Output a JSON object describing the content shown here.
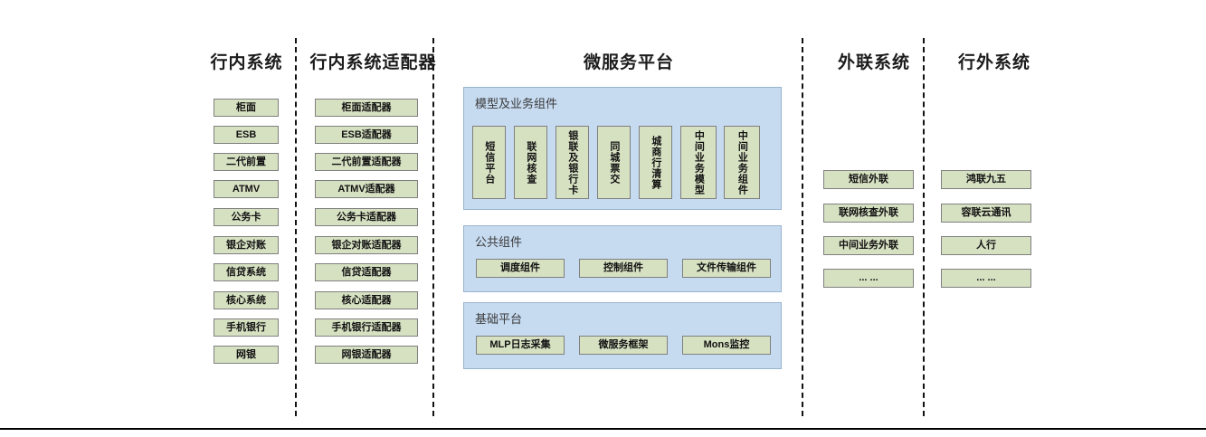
{
  "diagram": {
    "columns": [
      {
        "id": "in-bank-systems",
        "title": "行内系统",
        "items": [
          "柜面",
          "ESB",
          "二代前置",
          "ATMV",
          "公务卡",
          "银企对账",
          "信贷系统",
          "核心系统",
          "手机银行",
          "网银"
        ]
      },
      {
        "id": "in-bank-adapters",
        "title": "行内系统适配器",
        "items": [
          "柜面适配器",
          "ESB适配器",
          "二代前置适配器",
          "ATMV适配器",
          "公务卡适配器",
          "银企对账适配器",
          "信贷适配器",
          "核心适配器",
          "手机银行适配器",
          "网银适配器"
        ]
      },
      {
        "id": "microservice-platform",
        "title": "微服务平台",
        "panels": [
          {
            "id": "model-business-components",
            "title": "模型及业务组件",
            "orientation": "vertical",
            "items": [
              "短信平台",
              "联网核查",
              "银联及银行卡",
              "同城票交",
              "城商行清算",
              "中间业务模型",
              "中间业务组件"
            ]
          },
          {
            "id": "public-components",
            "title": "公共组件",
            "orientation": "horizontal",
            "items": [
              "调度组件",
              "控制组件",
              "文件传输组件"
            ]
          },
          {
            "id": "base-platform",
            "title": "基础平台",
            "orientation": "horizontal",
            "items": [
              "MLP日志采集",
              "微服务框架",
              "Mons监控"
            ]
          }
        ]
      },
      {
        "id": "external-link-systems",
        "title": "外联系统",
        "items": [
          "短信外联",
          "联网核查外联",
          "中间业务外联",
          "... ..."
        ]
      },
      {
        "id": "out-bank-systems",
        "title": "行外系统",
        "items": [
          "鸿联九五",
          "容联云通讯",
          "人行",
          "... ..."
        ]
      }
    ],
    "colors": {
      "node_fill": "#d6e1c2",
      "node_border": "#7f7f7f",
      "panel_fill": "#c6daf0",
      "panel_border": "#9ab4cf",
      "separator": "#111111",
      "text": "#111111"
    }
  }
}
